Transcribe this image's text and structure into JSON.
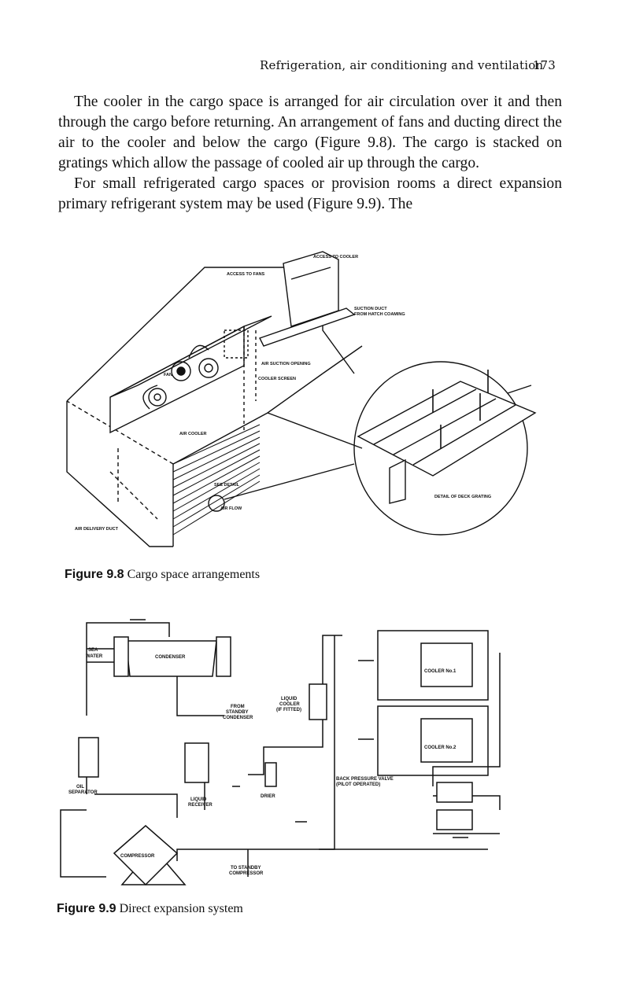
{
  "header": {
    "title": "Refrigeration, air conditioning and ventilation",
    "page_number": "173"
  },
  "paragraphs": [
    "The cooler in the cargo space is arranged for air circulation over it and then through the cargo before returning. An arrangement of fans and ducting direct the air to the cooler and below the cargo (Figure 9.8). The cargo is stacked on gratings which allow the passage of cooled air up through the cargo.",
    "For small refrigerated cargo spaces or provision rooms a direct expansion primary refrigerant system may be used (Figure 9.9). The"
  ],
  "figure_9_8": {
    "caption_label": "Figure 9.8",
    "caption_text": "Cargo space arrangements",
    "labels": {
      "access_cooler": "ACCESS TO COOLER",
      "access_fans": "ACCESS TO FANS",
      "suction_duct_1": "SUCTION DUCT",
      "suction_duct_2": "FROM HATCH COAMING",
      "air_suction": "AIR SUCTION OPENING",
      "fan": "FAN",
      "cooler_screen": "COOLER SCREEN",
      "air_cooler": "AIR COOLER",
      "see_detail": "SEE DETAIL",
      "air_flow": "AIR FLOW",
      "air_delivery": "AIR DELIVERY DUCT",
      "deck_grating": "DETAIL OF DECK GRATING"
    }
  },
  "figure_9_9": {
    "caption_label": "Figure 9.9",
    "caption_text": "Direct expansion system",
    "labels": {
      "sea": "SEA",
      "water": "WATER",
      "condenser": "CONDENSER",
      "liquid_cooler_1": "LIQUID",
      "liquid_cooler_2": "COOLER",
      "liquid_cooler_3": "(IF FITTED)",
      "from_standby_1": "FROM",
      "from_standby_2": "STANDBY",
      "from_standby_3": "CONDENSER",
      "cooler_1": "COOLER No.1",
      "cooler_2": "COOLER No.2",
      "oil_1": "OIL",
      "oil_2": "SEPARATOR",
      "receiver_1": "LIQUID",
      "receiver_2": "RECEIVER",
      "drier": "DRIER",
      "bpv_1": "BACK PRESSURE VALVE",
      "bpv_2": "(PILOT OPERATED)",
      "compressor": "COMPRESSOR",
      "to_standby_1": "TO STANDBY",
      "to_standby_2": "COMPRESSOR"
    }
  }
}
